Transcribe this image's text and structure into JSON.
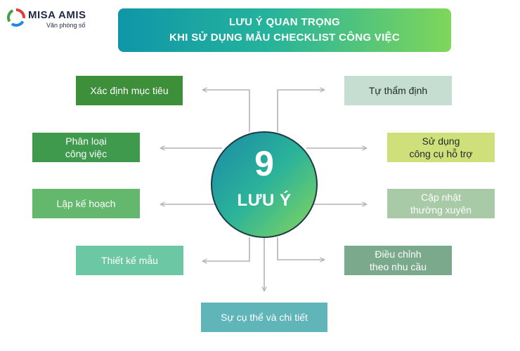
{
  "brand": {
    "name": "MISA AMIS",
    "tagline": "Văn phòng số"
  },
  "title": {
    "line1": "LƯU Ý QUAN TRỌNG",
    "line2": "KHI SỬ DỤNG MẪU CHECKLIST CÔNG VIỆC"
  },
  "hub": {
    "number": "9",
    "label": "LƯU Ý"
  },
  "notes": [
    {
      "lines": [
        "Xác định mục tiêu"
      ],
      "bg": "#3e8f3a",
      "fg": "#ffffff"
    },
    {
      "lines": [
        "Phân loại",
        "công việc"
      ],
      "bg": "#3f9a4e",
      "fg": "#ffffff"
    },
    {
      "lines": [
        "Lập kế hoạch"
      ],
      "bg": "#63b86d",
      "fg": "#ffffff"
    },
    {
      "lines": [
        "Thiết kế mẫu"
      ],
      "bg": "#6cc7a4",
      "fg": "#ffffff"
    },
    {
      "lines": [
        "Tự thẩm định"
      ],
      "bg": "#c6ddd1",
      "fg": "#1f2a2a"
    },
    {
      "lines": [
        "Sử dụng",
        "công cụ hỗ trợ"
      ],
      "bg": "#cfe07a",
      "fg": "#1f2a2a"
    },
    {
      "lines": [
        "Cập nhật",
        "thường xuyên"
      ],
      "bg": "#a8caa6",
      "fg": "#ffffff"
    },
    {
      "lines": [
        "Điều chỉnh",
        "theo nhu cầu"
      ],
      "bg": "#7aa98c",
      "fg": "#ffffff"
    },
    {
      "lines": [
        "Sự cụ thể và chi tiết"
      ],
      "bg": "#5fb5b8",
      "fg": "#ffffff"
    }
  ],
  "colors": {
    "connector": "#b3b3b3",
    "hub_border": "#1e3a44"
  }
}
